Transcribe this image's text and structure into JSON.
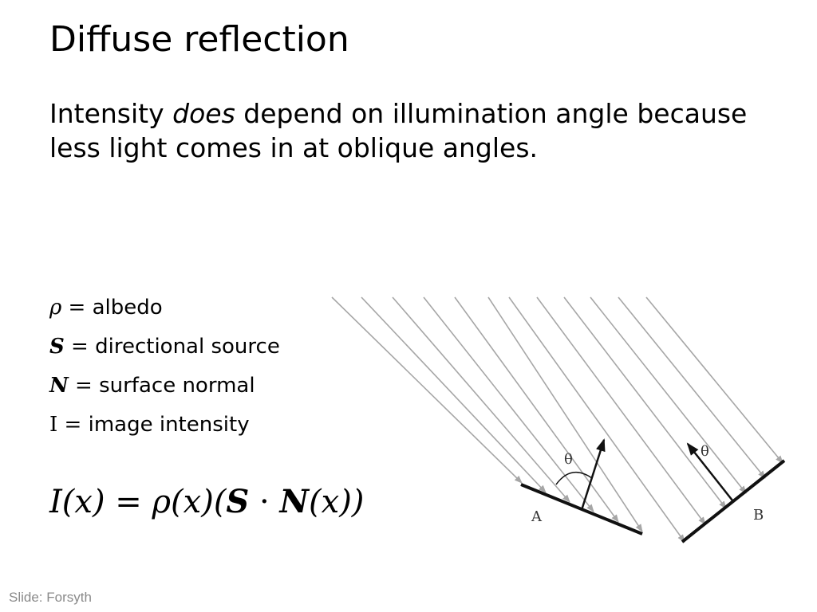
{
  "title": "Diffuse reflection",
  "subtitle": {
    "part1": "Intensity ",
    "emphasis": "does",
    "part2": " depend on illumination angle because less light comes in at oblique angles."
  },
  "definitions": [
    {
      "symbol": "ρ",
      "equals": " = ",
      "text": "albedo"
    },
    {
      "symbol": "S",
      "equals": " = ",
      "text": "directional source"
    },
    {
      "symbol": "N",
      "equals": " = ",
      "text": "surface normal"
    },
    {
      "symbol": "I",
      "equals": " = ",
      "text": "image intensity"
    }
  ],
  "equation": {
    "lhs": "I(x)",
    "eq": " = ",
    "rho": "ρ(x)(",
    "S": "S",
    "dot": " · ",
    "N": "N",
    "tail": "(x))"
  },
  "diagram": {
    "label_a": "A",
    "label_b": "B",
    "theta_a": "θ",
    "theta_b": "θ"
  },
  "credit": "Slide: Forsyth"
}
